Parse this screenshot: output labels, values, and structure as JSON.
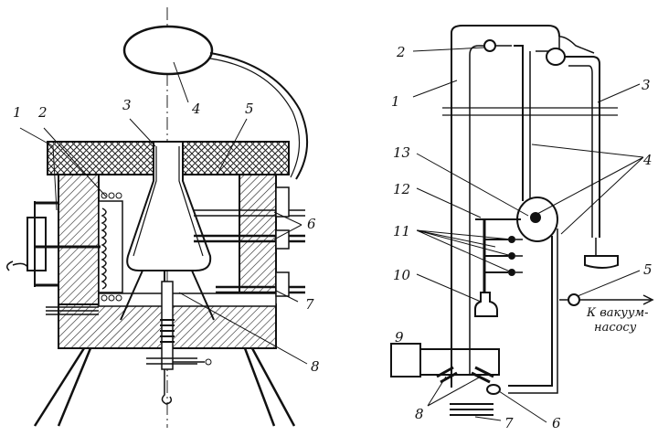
{
  "left_figure": {
    "labels": [
      "1",
      "2",
      "3",
      "4",
      "5",
      "6",
      "7",
      "8"
    ]
  },
  "right_figure": {
    "labels": [
      "1",
      "2",
      "3",
      "4",
      "5",
      "6",
      "7",
      "8",
      "9",
      "10",
      "11",
      "12",
      "13"
    ],
    "annotation_line1": "К вакуум-",
    "annotation_line2": "насосу"
  }
}
